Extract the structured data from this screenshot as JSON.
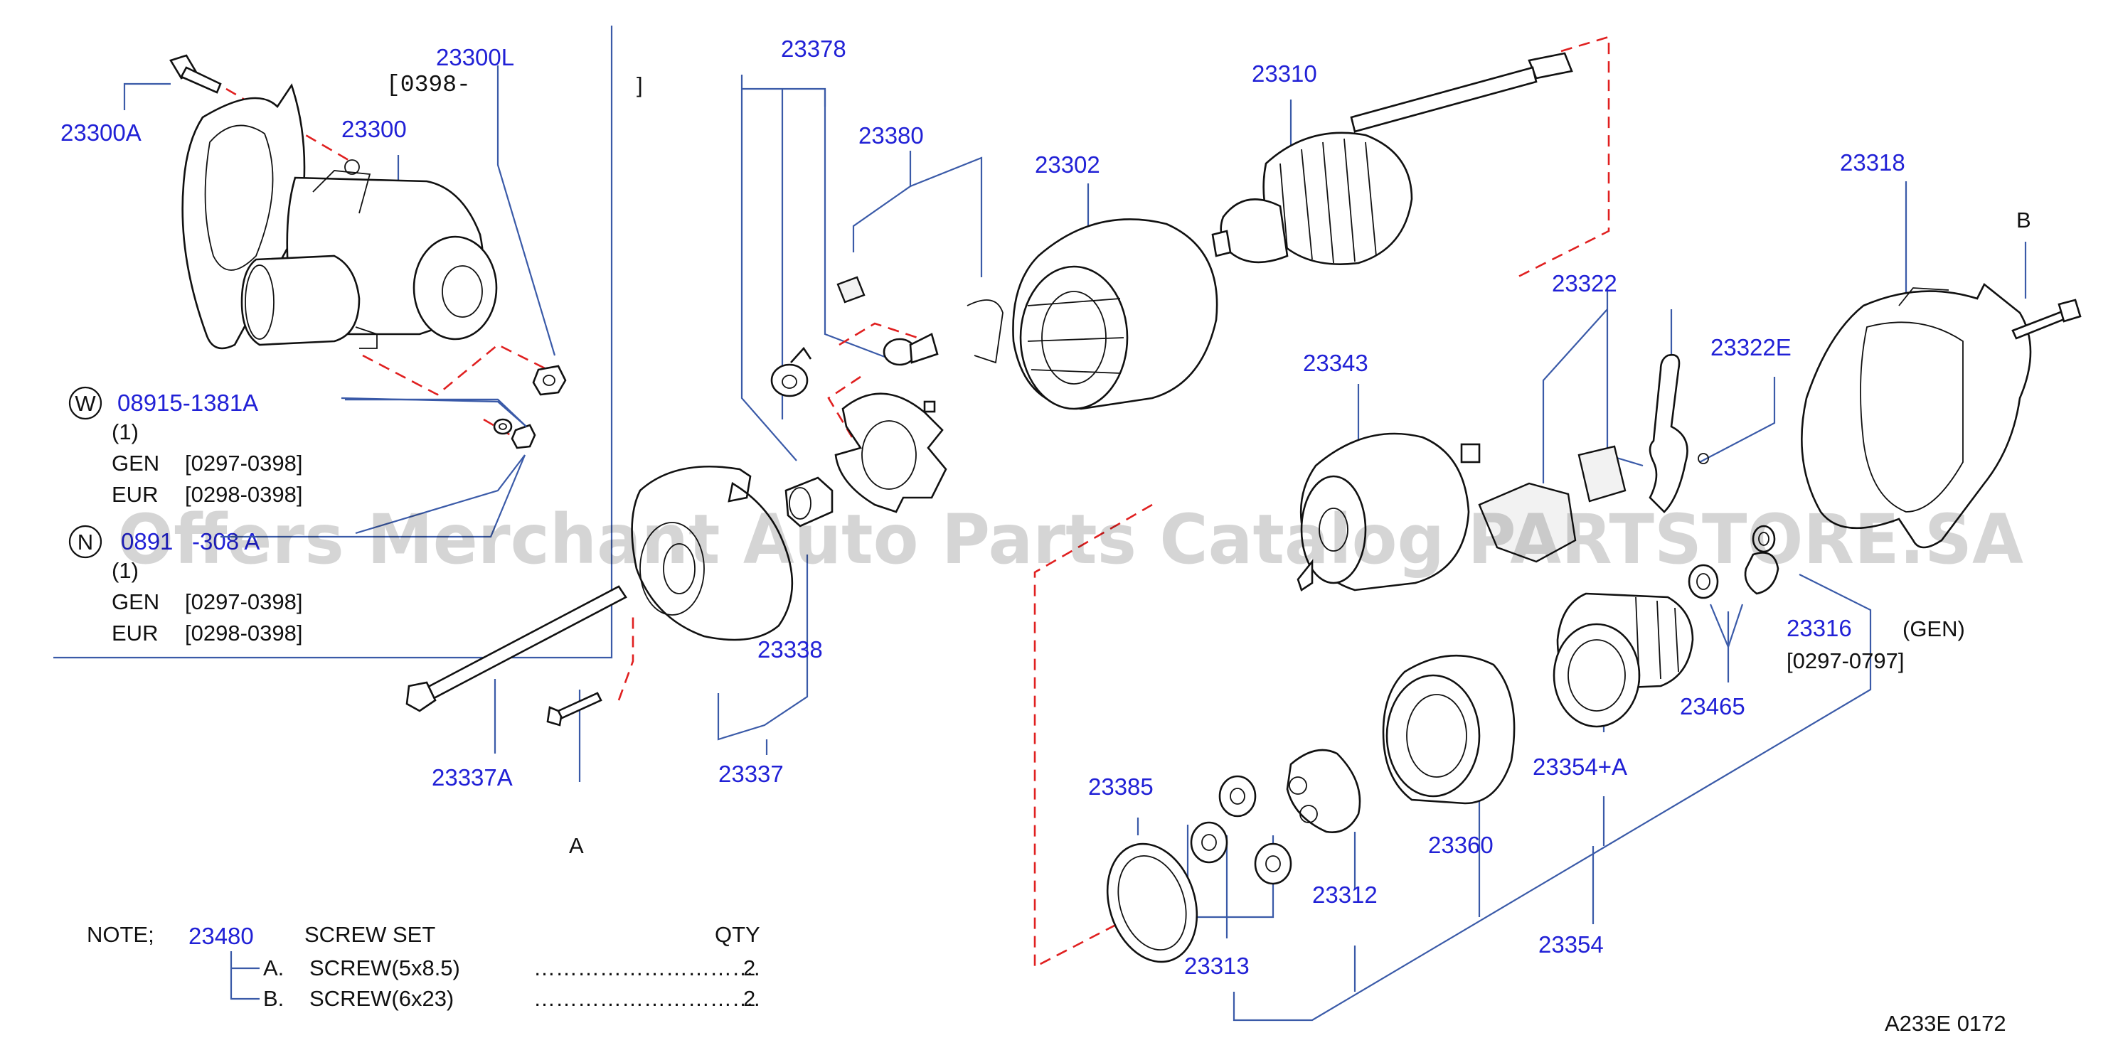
{
  "parts": {
    "p23300L": "23300L",
    "p23300A": "23300A",
    "p23300": "23300",
    "p23378": "23378",
    "p23380": "23380",
    "p23302": "23302",
    "p23310": "23310",
    "p23318": "23318",
    "p23322": "23322",
    "p23322E": "23322E",
    "p23343": "23343",
    "p23338": "23338",
    "p23337": "23337",
    "p23337A": "23337A",
    "p23316": "23316",
    "p23465": "23465",
    "p23354A": "23354+A",
    "p23354": "23354",
    "p23360": "23360",
    "p23312": "23312",
    "p23313": "23313",
    "p23385": "23385",
    "p08915": "08915-1381A",
    "p0891x": "0891",
    "p0891x_tail": "-308 A"
  },
  "text": {
    "bracket_open": "[0398-",
    "bracket_close": "]",
    "w_symbol": "W",
    "n_symbol": "N",
    "qty_one_w": "(1)",
    "qty_one_n": "(1)",
    "gen_w_label": "GEN",
    "gen_w_range": "[0297-0398]",
    "eur_w_label": "EUR",
    "eur_w_range": "[0298-0398]",
    "gen_n_label": "GEN",
    "gen_n_range": "[0297-0398]",
    "eur_n_label": "EUR",
    "eur_n_range": "[0298-0398]",
    "gen_tag": "(GEN)",
    "range_23316": "[0297-0797]",
    "ref_a": "A",
    "ref_b": "B",
    "diagram_code": "A233E  0172"
  },
  "note": {
    "label": "NOTE;",
    "part": "23480",
    "title": "SCREW   SET",
    "qty_header": "QTY",
    "rows": [
      {
        "letter": "A.",
        "item": "SCREW(5x8.5)",
        "dots": "………………………….",
        "qty": "2"
      },
      {
        "letter": "B.",
        "item": "SCREW(6x23)",
        "dots": "………………………….",
        "qty": "2"
      }
    ]
  },
  "watermark": "Offers Merchant Auto Parts Catalog PARTSTORE.SA",
  "colors": {
    "part_number": "#2121d6",
    "leader_line": "#3a5aa8",
    "dashed_line": "#e02020",
    "text": "#111111"
  }
}
